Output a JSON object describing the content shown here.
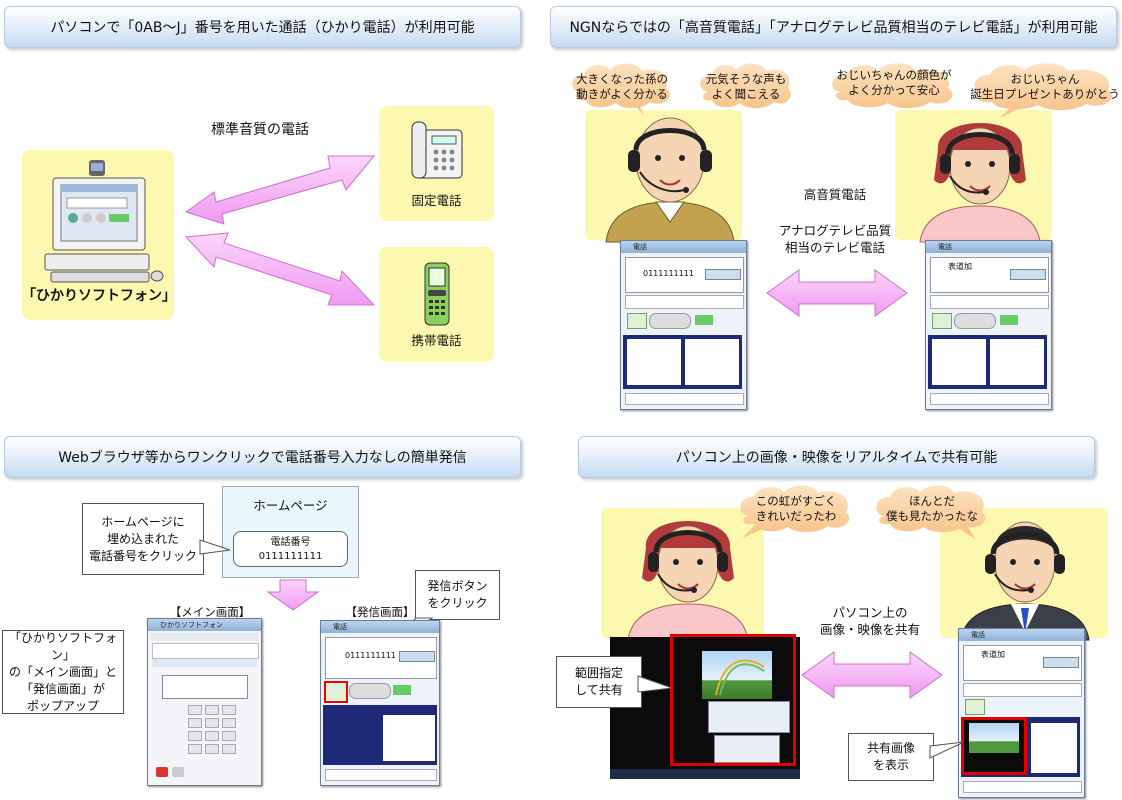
{
  "q1": {
    "title": "パソコンで「0AB～J」番号を用いた通話（ひかり電話）が利用可能",
    "center_label": "標準音質の電話",
    "pc_label": "「ひかりソフトフォン」",
    "fixed_label": "固定電話",
    "mobile_label": "携帯電話"
  },
  "q2": {
    "title": "NGNならではの「高音質電話」「アナログテレビ品質相当のテレビ電話」が利用可能",
    "cloud1": [
      "大きくなった孫の",
      "動きがよく分かる"
    ],
    "cloud2": [
      "元気そうな声も",
      "よく聞こえる"
    ],
    "cloud3": [
      "おじいちゃんの顔色が",
      "よく分かって安心"
    ],
    "cloud4": [
      "おじいちゃん",
      "誕生日プレゼントありがとう"
    ],
    "label_hq": "高音質電話",
    "label_tv": [
      "アナログテレビ品質",
      "相当のテレビ電話"
    ],
    "phone_number": "0111111111",
    "caller_name": "表道加"
  },
  "q3": {
    "title": "Webブラウザ等からワンクリックで電話番号入力なしの簡単発信",
    "homepage_title": "ホームページ",
    "phone_box_label": "電話番号",
    "phone_box_number": "0111111111",
    "callout_embed": [
      "ホームページに",
      "埋め込まれた",
      "電話番号をクリック"
    ],
    "main_screen_label": "【メイン画面】",
    "dial_screen_label": "【発信画面】",
    "callout_button": [
      "発信ボタン",
      "をクリック"
    ],
    "callout_popup": [
      "「ひかりソフトフォン」",
      "の「メイン画面」と",
      "「発信画面」が",
      "ポップアップ"
    ]
  },
  "q4": {
    "title": "パソコン上の画像・映像をリアルタイムで共有可能",
    "cloud1": [
      "この虹がすごく",
      "きれいだったわ"
    ],
    "cloud2": [
      "ほんとだ",
      "僕も見たかったな"
    ],
    "center_label": [
      "パソコン上の",
      "画像・映像を共有"
    ],
    "callout_range": [
      "範囲指定",
      "して共有"
    ],
    "callout_shared": [
      "共有画像",
      "を表示"
    ]
  }
}
